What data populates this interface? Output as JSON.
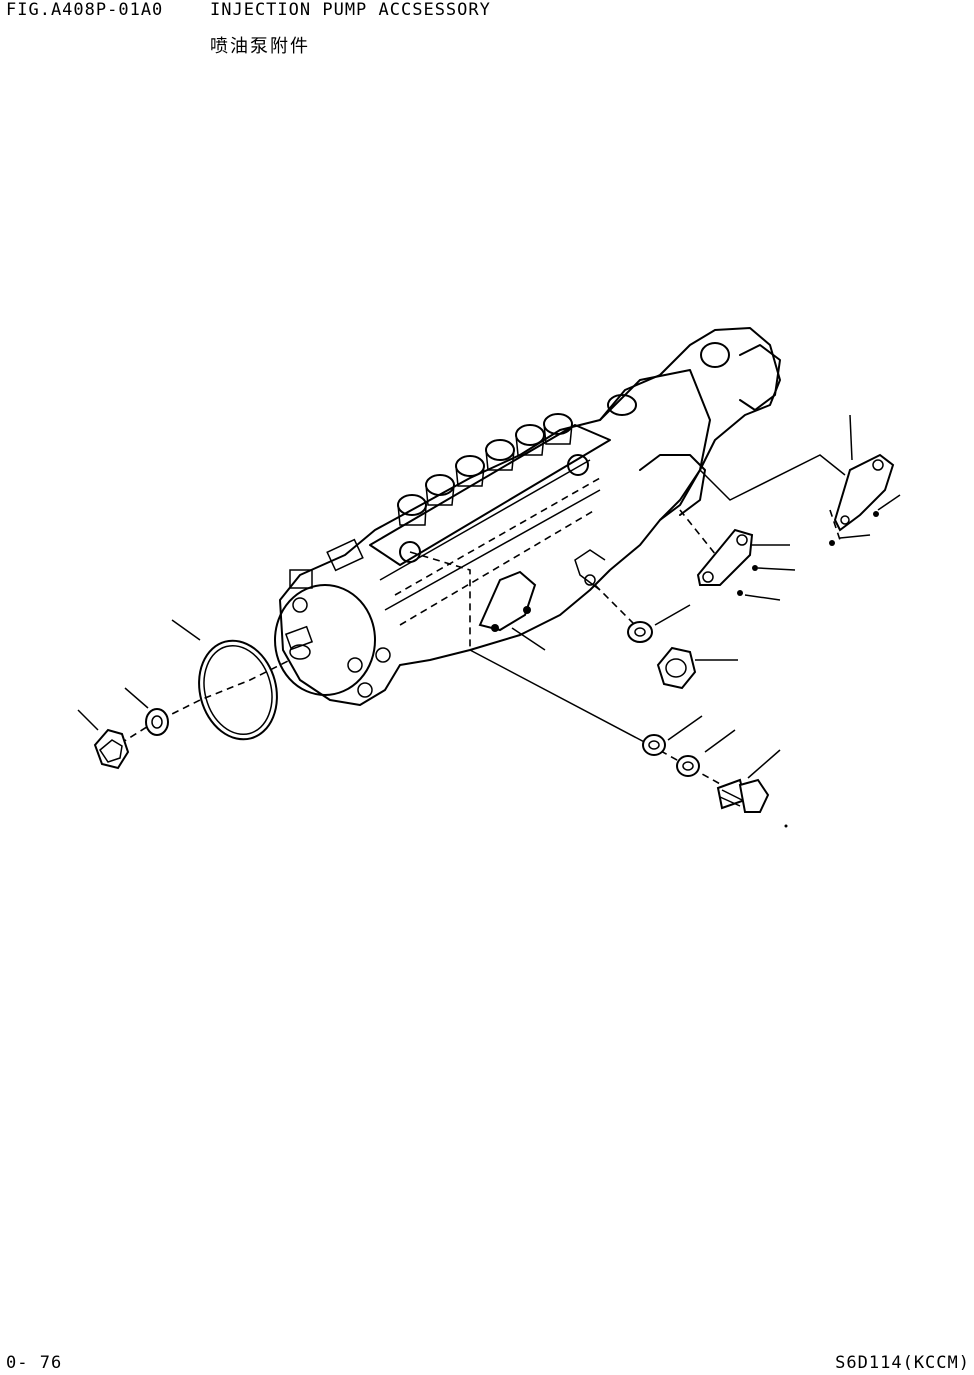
{
  "header": {
    "fig_code": "FIG.A408P-01A0",
    "title": "INJECTION PUMP ACCSESSORY",
    "title_cn": "喷油泵附件"
  },
  "footer": {
    "page": "0- 76",
    "model": "S6D114(KCCM)"
  }
}
